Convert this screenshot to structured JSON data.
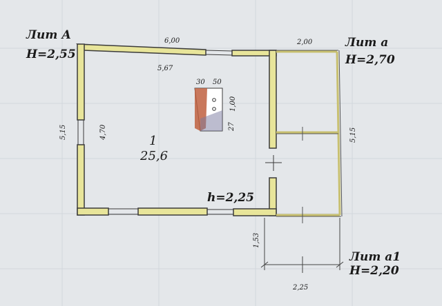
{
  "labels": {
    "lit_a_main": "Лит А",
    "lit_a_height": "Н=2,55",
    "lit_a_ext": "Лит а",
    "lit_a_ext_height": "Н=2,70",
    "lit_a1": "Лит а1",
    "lit_a1_height": "Н=2,20",
    "room_number": "1",
    "room_area": "25,6",
    "ceiling_h": "h=2,25"
  },
  "dimensions": {
    "top_length": "6,00",
    "inner_top": "5,67",
    "left_outer": "5,15",
    "left_inner": "4,70",
    "ext_top": "2,00",
    "ext_right": "5,15",
    "stove_w1": "30",
    "stove_w2": "50",
    "stove_len": "1,00",
    "stove_27": "27",
    "porch_len": "1,53",
    "porch_w": "2,25"
  },
  "colors": {
    "wall_fill": "#e8e59a",
    "wall_stroke": "#3a3a3a",
    "stove_red": "#c06040",
    "ext_line": "#c8c070"
  }
}
